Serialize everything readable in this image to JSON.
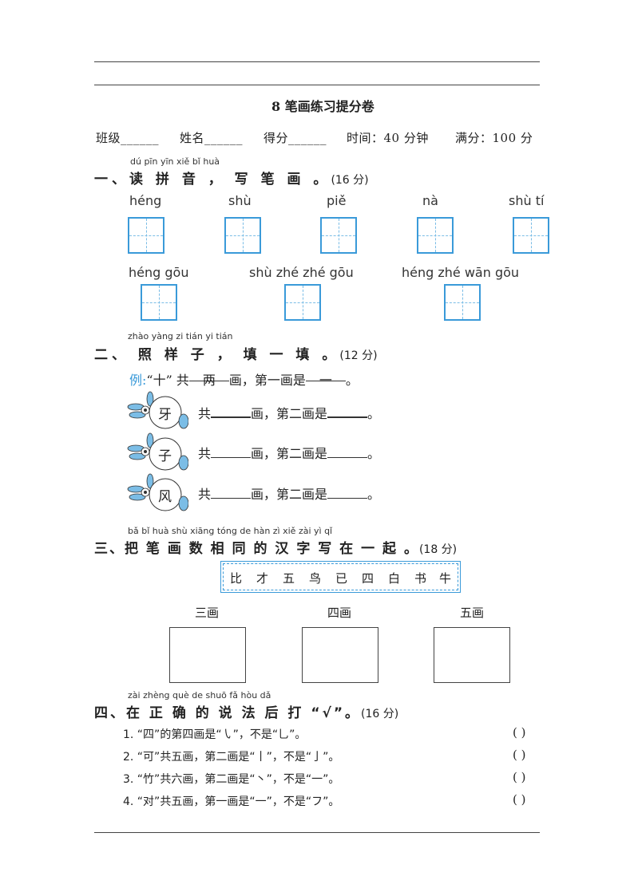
{
  "title": "8  笔画练习提分卷",
  "info": {
    "class": "班级______",
    "name": "姓名______",
    "score": "得分______",
    "time": "时间：40 分钟",
    "full": "满分：100 分"
  },
  "s1": {
    "pinyin": "dú pīn yīn    xiě  bǐ  huà",
    "title": "一、读 拼 音 ， 写 笔 画 。",
    "points": "(16 分)",
    "row1": [
      "héng",
      "shù",
      "piě",
      "nà",
      "shù tí"
    ],
    "row2": [
      "héng gōu",
      "shù zhé zhé gōu",
      "héng zhé wān gōu"
    ]
  },
  "s2": {
    "pinyin": "zhào yàng  zi     tián  yi  tián",
    "title": "二、 照  样  子 ， 填 一 填 。",
    "points": "(12 分)",
    "example_label": "例:",
    "example_char": "“十”",
    "example_total": "共",
    "example_ans1": "两",
    "example_mid": "画，第一画是",
    "example_ans2": "一",
    "example_end": "。",
    "items": [
      {
        "char": "牙",
        "total": "共",
        "mid": "画，第二画是",
        "end": "。"
      },
      {
        "char": "子",
        "total": "共",
        "mid": "画，第二画是",
        "end": "。"
      },
      {
        "char": "风",
        "total": "共",
        "mid": "画，第二画是",
        "end": "。"
      }
    ]
  },
  "s3": {
    "pinyin": "bǎ  bǐ  huà shù xiāng tóng de hàn  zì  xiě  zài  yì  qǐ",
    "title": "三、把 笔 画 数 相  同 的 汉 字 写 在 一 起 。",
    "points": "(18 分)",
    "chars": [
      "比",
      "才",
      "五",
      "鸟",
      "已",
      "四",
      "白",
      "书",
      "牛"
    ],
    "categories": [
      "三画",
      "四画",
      "五画"
    ]
  },
  "s4": {
    "pinyin": "zài zhèng què de shuō  fǎ  hòu dǎ",
    "title": "四、在  正  确 的 说  法 后 打 “√”。",
    "points": "(16 分)",
    "items": [
      "1. “四”的第四画是“㇂”，不是“乚”。",
      "2. “可”共五画，第二画是“丨”，不是“亅”。",
      "3. “竹”共六画，第二画是“丶”，不是“一”。",
      "4. “对”共五画，第一画是“一”，不是“フ”。"
    ],
    "paren": "(      )"
  },
  "colors": {
    "accent": "#3a9ad9"
  }
}
